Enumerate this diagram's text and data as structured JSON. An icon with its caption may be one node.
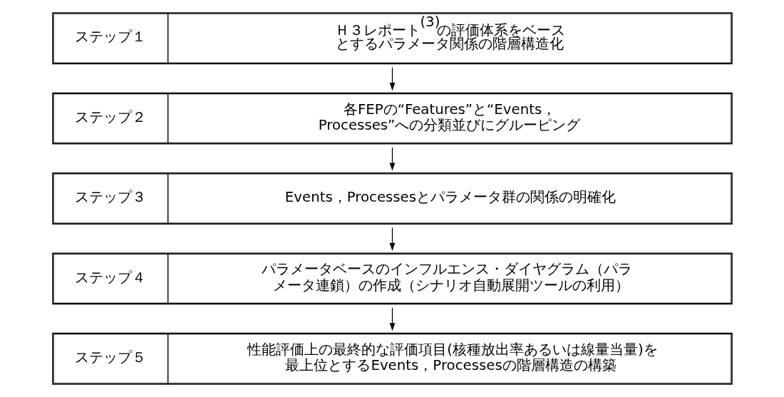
{
  "diagram": {
    "nodes": [
      {
        "text": [
          "ステップ１",
          "Ｈ３レポート$^{(3)}$の評価体系をベースとするパラメータ関係の階層構造化"
        ]
      },
      {
        "text": [
          "ステップ２",
          "各FEPの“Features”と“Events，Processes”への分類並びにグルーピング"
        ]
      },
      {
        "text": [
          "ステップ３",
          "Events，Processesとパラメータ群の関係の明確化"
        ]
      },
      {
        "text": [
          "ステップ４",
          "パラメータベースのインフルエンス・ダイヤグラム（パラメータ連鎖）の作成（シナリオ自動展開ツールの利用）"
        ]
      },
      {
        "text": [
          "ステップ５",
          "性能評価上の最終的な評価項目(核種放出率あるいは線量当量)を最上位とするEvents，Processesの階層構造の構築"
        ]
      }
    ],
    "edges": [
      {
        "from": 0,
        "to": 1,
        "arrow": "to"
      },
      {
        "from": 1,
        "to": 2,
        "arrow": "to"
      },
      {
        "from": 2,
        "to": 3,
        "arrow": "to"
      },
      {
        "from": 3,
        "to": 4,
        "arrow": "to"
      }
    ]
  }
}
